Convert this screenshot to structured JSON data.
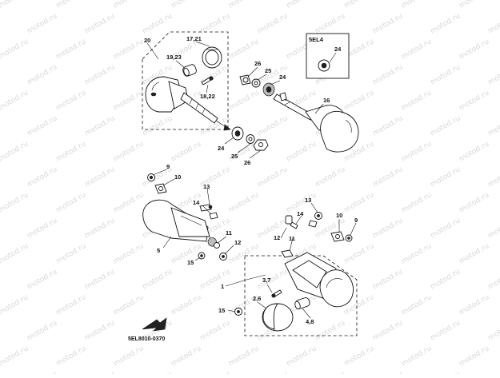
{
  "diagram": {
    "watermark": "motod.ru",
    "inset": {
      "title": "5EL4",
      "part": "24"
    },
    "figure_code": "5EL8010-0370",
    "callouts": {
      "c20": "20",
      "c17_21": "17,21",
      "c19_23": "19,23",
      "c18_22": "18,22",
      "c26a": "26",
      "c25a": "25",
      "c24a": "24",
      "c16": "16",
      "c24b": "24",
      "c25b": "25",
      "c26b": "26",
      "c9a": "9",
      "c10a": "10",
      "c13a": "13",
      "c14a": "14",
      "c5": "5",
      "c11a": "11",
      "c12a": "12",
      "c15a": "15",
      "c13b": "13",
      "c14b": "14",
      "c10b": "10",
      "c9b": "9",
      "c12b": "12",
      "c11b": "11",
      "c1": "1",
      "c3_7": "3,7",
      "c2_6": "2,6",
      "c4_8": "4,8",
      "c15b": "15"
    }
  }
}
